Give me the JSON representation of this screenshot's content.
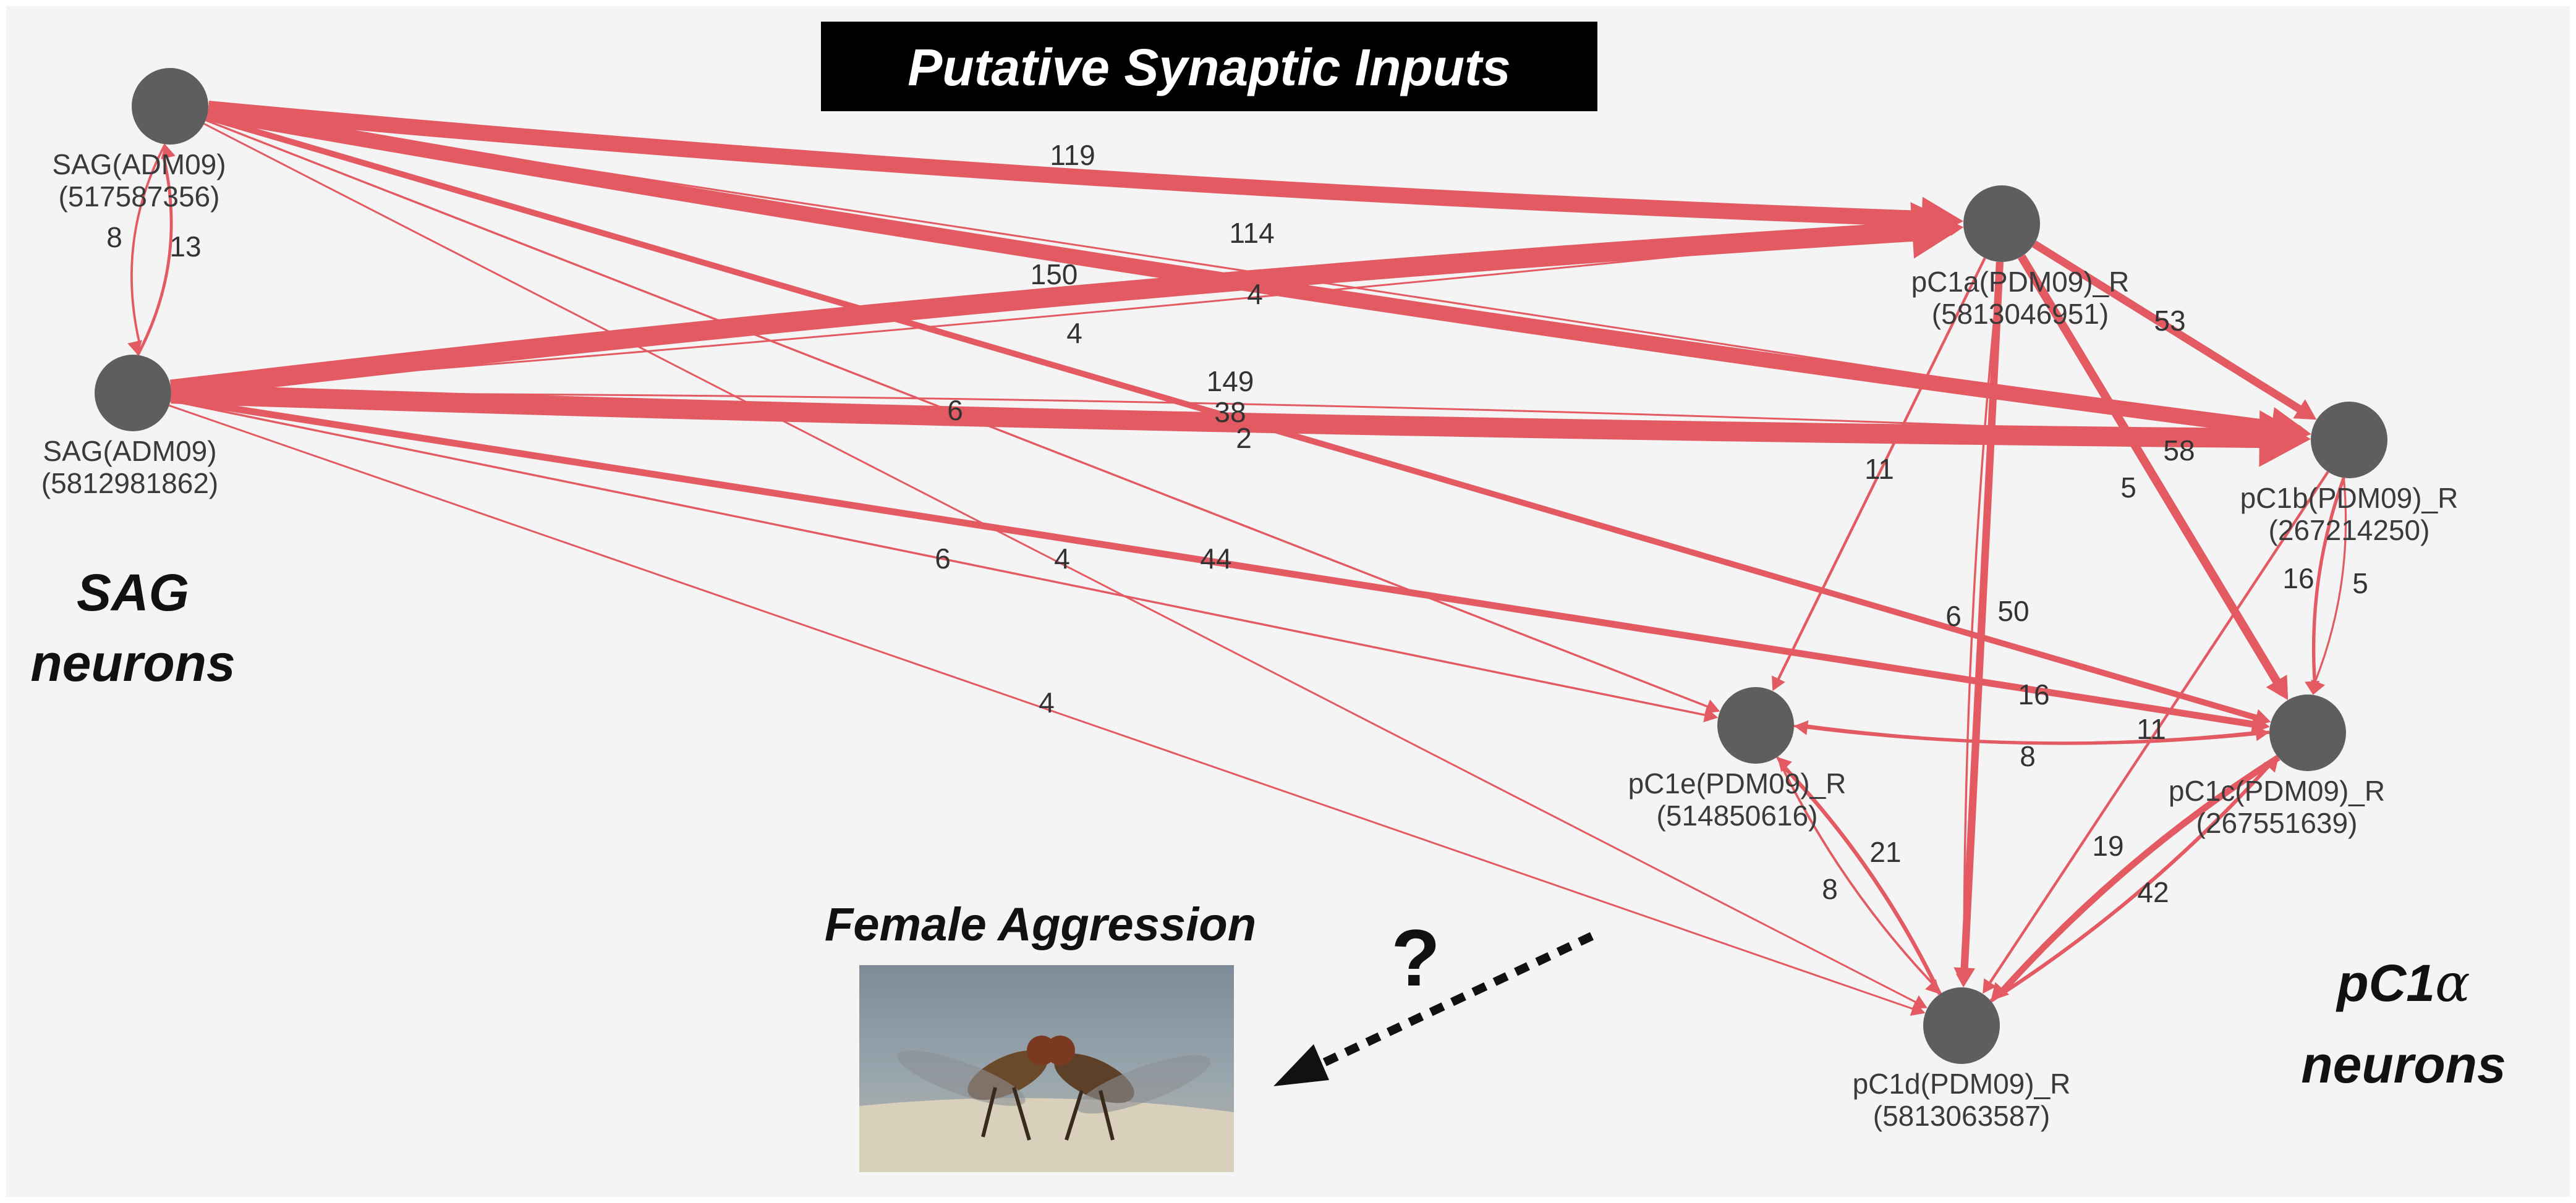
{
  "banner": {
    "text": "Putative Synaptic Inputs"
  },
  "groups": {
    "sag": {
      "line1": "SAG",
      "line2": "neurons"
    },
    "pc1": {
      "line1_prefix": "pC1",
      "line1_alpha": "α",
      "line2": "neurons"
    }
  },
  "photo": {
    "title": "Female Aggression",
    "question": "?"
  },
  "colors": {
    "edge": "#e35a62",
    "node": "#5e5e5e",
    "canvas": "#f4f4f4"
  },
  "nodes": [
    {
      "id": "sag1",
      "name": "SAG(ADM09)",
      "uid": "(517587356)"
    },
    {
      "id": "sag2",
      "name": "SAG(ADM09)",
      "uid": "(5812981862)"
    },
    {
      "id": "pc1a",
      "name": "pC1a(PDM09)_R",
      "uid": "(5813046951)"
    },
    {
      "id": "pc1b",
      "name": "pC1b(PDM09)_R",
      "uid": "(267214250)"
    },
    {
      "id": "pc1c",
      "name": "pC1c(PDM09)_R",
      "uid": "(267551639)"
    },
    {
      "id": "pc1d",
      "name": "pC1d(PDM09)_R",
      "uid": "(5813063587)"
    },
    {
      "id": "pc1e",
      "name": "pC1e(PDM09)_R",
      "uid": "(514850616)"
    }
  ],
  "edges": [
    {
      "from": "sag1",
      "to": "pc1a",
      "weight": 119
    },
    {
      "from": "sag1",
      "to": "pc1b",
      "weight": 114
    },
    {
      "from": "sag2",
      "to": "pc1a",
      "weight": 150
    },
    {
      "from": "sag2",
      "to": "pc1b",
      "weight": 149
    },
    {
      "from": "sag1",
      "to": "pc1c",
      "weight": 38
    },
    {
      "from": "sag2",
      "to": "pc1c",
      "weight": 44
    },
    {
      "from": "sag1",
      "to": "sag2",
      "weight": 8
    },
    {
      "from": "sag2",
      "to": "sag1",
      "weight": 13
    },
    {
      "from": "sag1",
      "to": "pc1e",
      "weight": 6
    },
    {
      "from": "sag2",
      "to": "pc1e",
      "weight": 6
    },
    {
      "from": "sag1",
      "to": "pc1d",
      "weight": 4
    },
    {
      "from": "sag2",
      "to": "pc1d",
      "weight": 4
    },
    {
      "from": "sag2",
      "to": "pc1a",
      "weight": 4
    },
    {
      "from": "sag1",
      "to": "pc1b",
      "weight": 4
    },
    {
      "from": "sag2",
      "to": "pc1b",
      "weight": 2
    },
    {
      "from": "pc1a",
      "to": "pc1b",
      "weight": 53
    },
    {
      "from": "pc1a",
      "to": "pc1c",
      "weight": 58
    },
    {
      "from": "pc1a",
      "to": "pc1d",
      "weight": 50
    },
    {
      "from": "pc1a",
      "to": "pc1e",
      "weight": 11
    },
    {
      "from": "pc1a",
      "to": "pc1d",
      "weight": 6
    },
    {
      "from": "pc1a",
      "to": "pc1c",
      "weight": 5
    },
    {
      "from": "pc1b",
      "to": "pc1c",
      "weight": 16
    },
    {
      "from": "pc1b",
      "to": "pc1c",
      "weight": 5
    },
    {
      "from": "pc1c",
      "to": "pc1e",
      "weight": 16
    },
    {
      "from": "pc1e",
      "to": "pc1c",
      "weight": 8
    },
    {
      "from": "pc1b",
      "to": "pc1d",
      "weight": 11
    },
    {
      "from": "pc1c",
      "to": "pc1d",
      "weight": 42
    },
    {
      "from": "pc1d",
      "to": "pc1c",
      "weight": 19
    },
    {
      "from": "pc1d",
      "to": "pc1e",
      "weight": 21
    },
    {
      "from": "pc1e",
      "to": "pc1d",
      "weight": 8
    }
  ]
}
